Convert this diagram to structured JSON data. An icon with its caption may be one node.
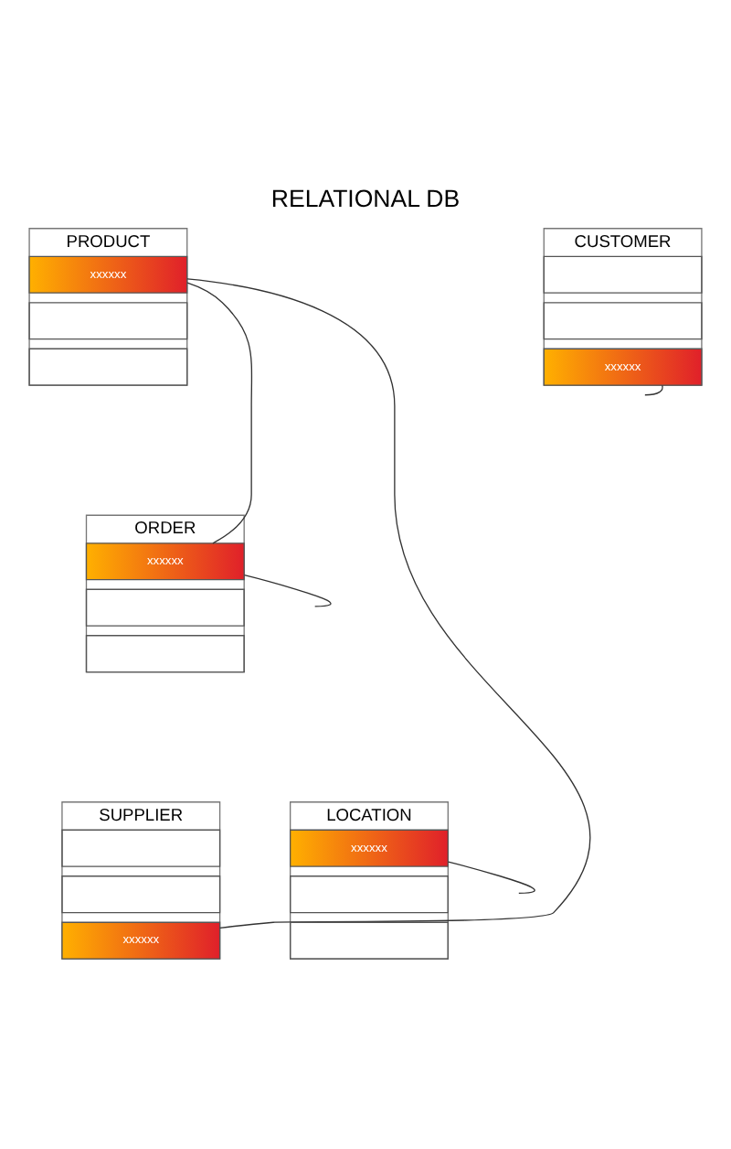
{
  "diagram": {
    "title": "RELATIONAL DB",
    "nodes": [
      {
        "text": [
          "PRODUCT"
        ]
      },
      {
        "text": [
          "xxxxxx"
        ],
        "in": 0
      },
      {
        "text": [],
        "shape": "box",
        "in": 0
      },
      {
        "text": [],
        "shape": "box",
        "in": 0
      },
      {
        "text": [
          "CUSTOMER"
        ]
      },
      {
        "text": [],
        "shape": "box",
        "in": 4
      },
      {
        "text": [],
        "shape": "box",
        "in": 4
      },
      {
        "text": [
          "xxxxxx"
        ],
        "in": 4
      },
      {
        "text": [
          "ORDER"
        ]
      },
      {
        "text": [
          "xxxxxx"
        ],
        "in": 8
      },
      {
        "text": [],
        "shape": "box",
        "in": 8
      },
      {
        "text": [],
        "shape": "box",
        "in": 8
      },
      {
        "text": [
          "SUPPLIER"
        ]
      },
      {
        "text": [],
        "shape": "box",
        "in": 12
      },
      {
        "text": [],
        "shape": "box",
        "in": 12
      },
      {
        "text": [
          "xxxxxx"
        ],
        "in": 12
      },
      {
        "text": [
          "LOCATION"
        ]
      },
      {
        "text": [
          "xxxxxx"
        ],
        "in": 16
      },
      {
        "text": [],
        "shape": "box",
        "in": 16
      },
      {
        "text": [],
        "shape": "box",
        "in": 16
      }
    ],
    "edges": [
      {
        "from": 1,
        "to": 9,
        "arrow": "none"
      },
      {
        "from": 1,
        "to": 15,
        "arrow": "none"
      },
      {
        "from": 7,
        "to": null,
        "arrow": "none"
      },
      {
        "from": 9,
        "to": null,
        "arrow": "none"
      },
      {
        "from": 17,
        "to": null,
        "arrow": "none"
      }
    ]
  }
}
